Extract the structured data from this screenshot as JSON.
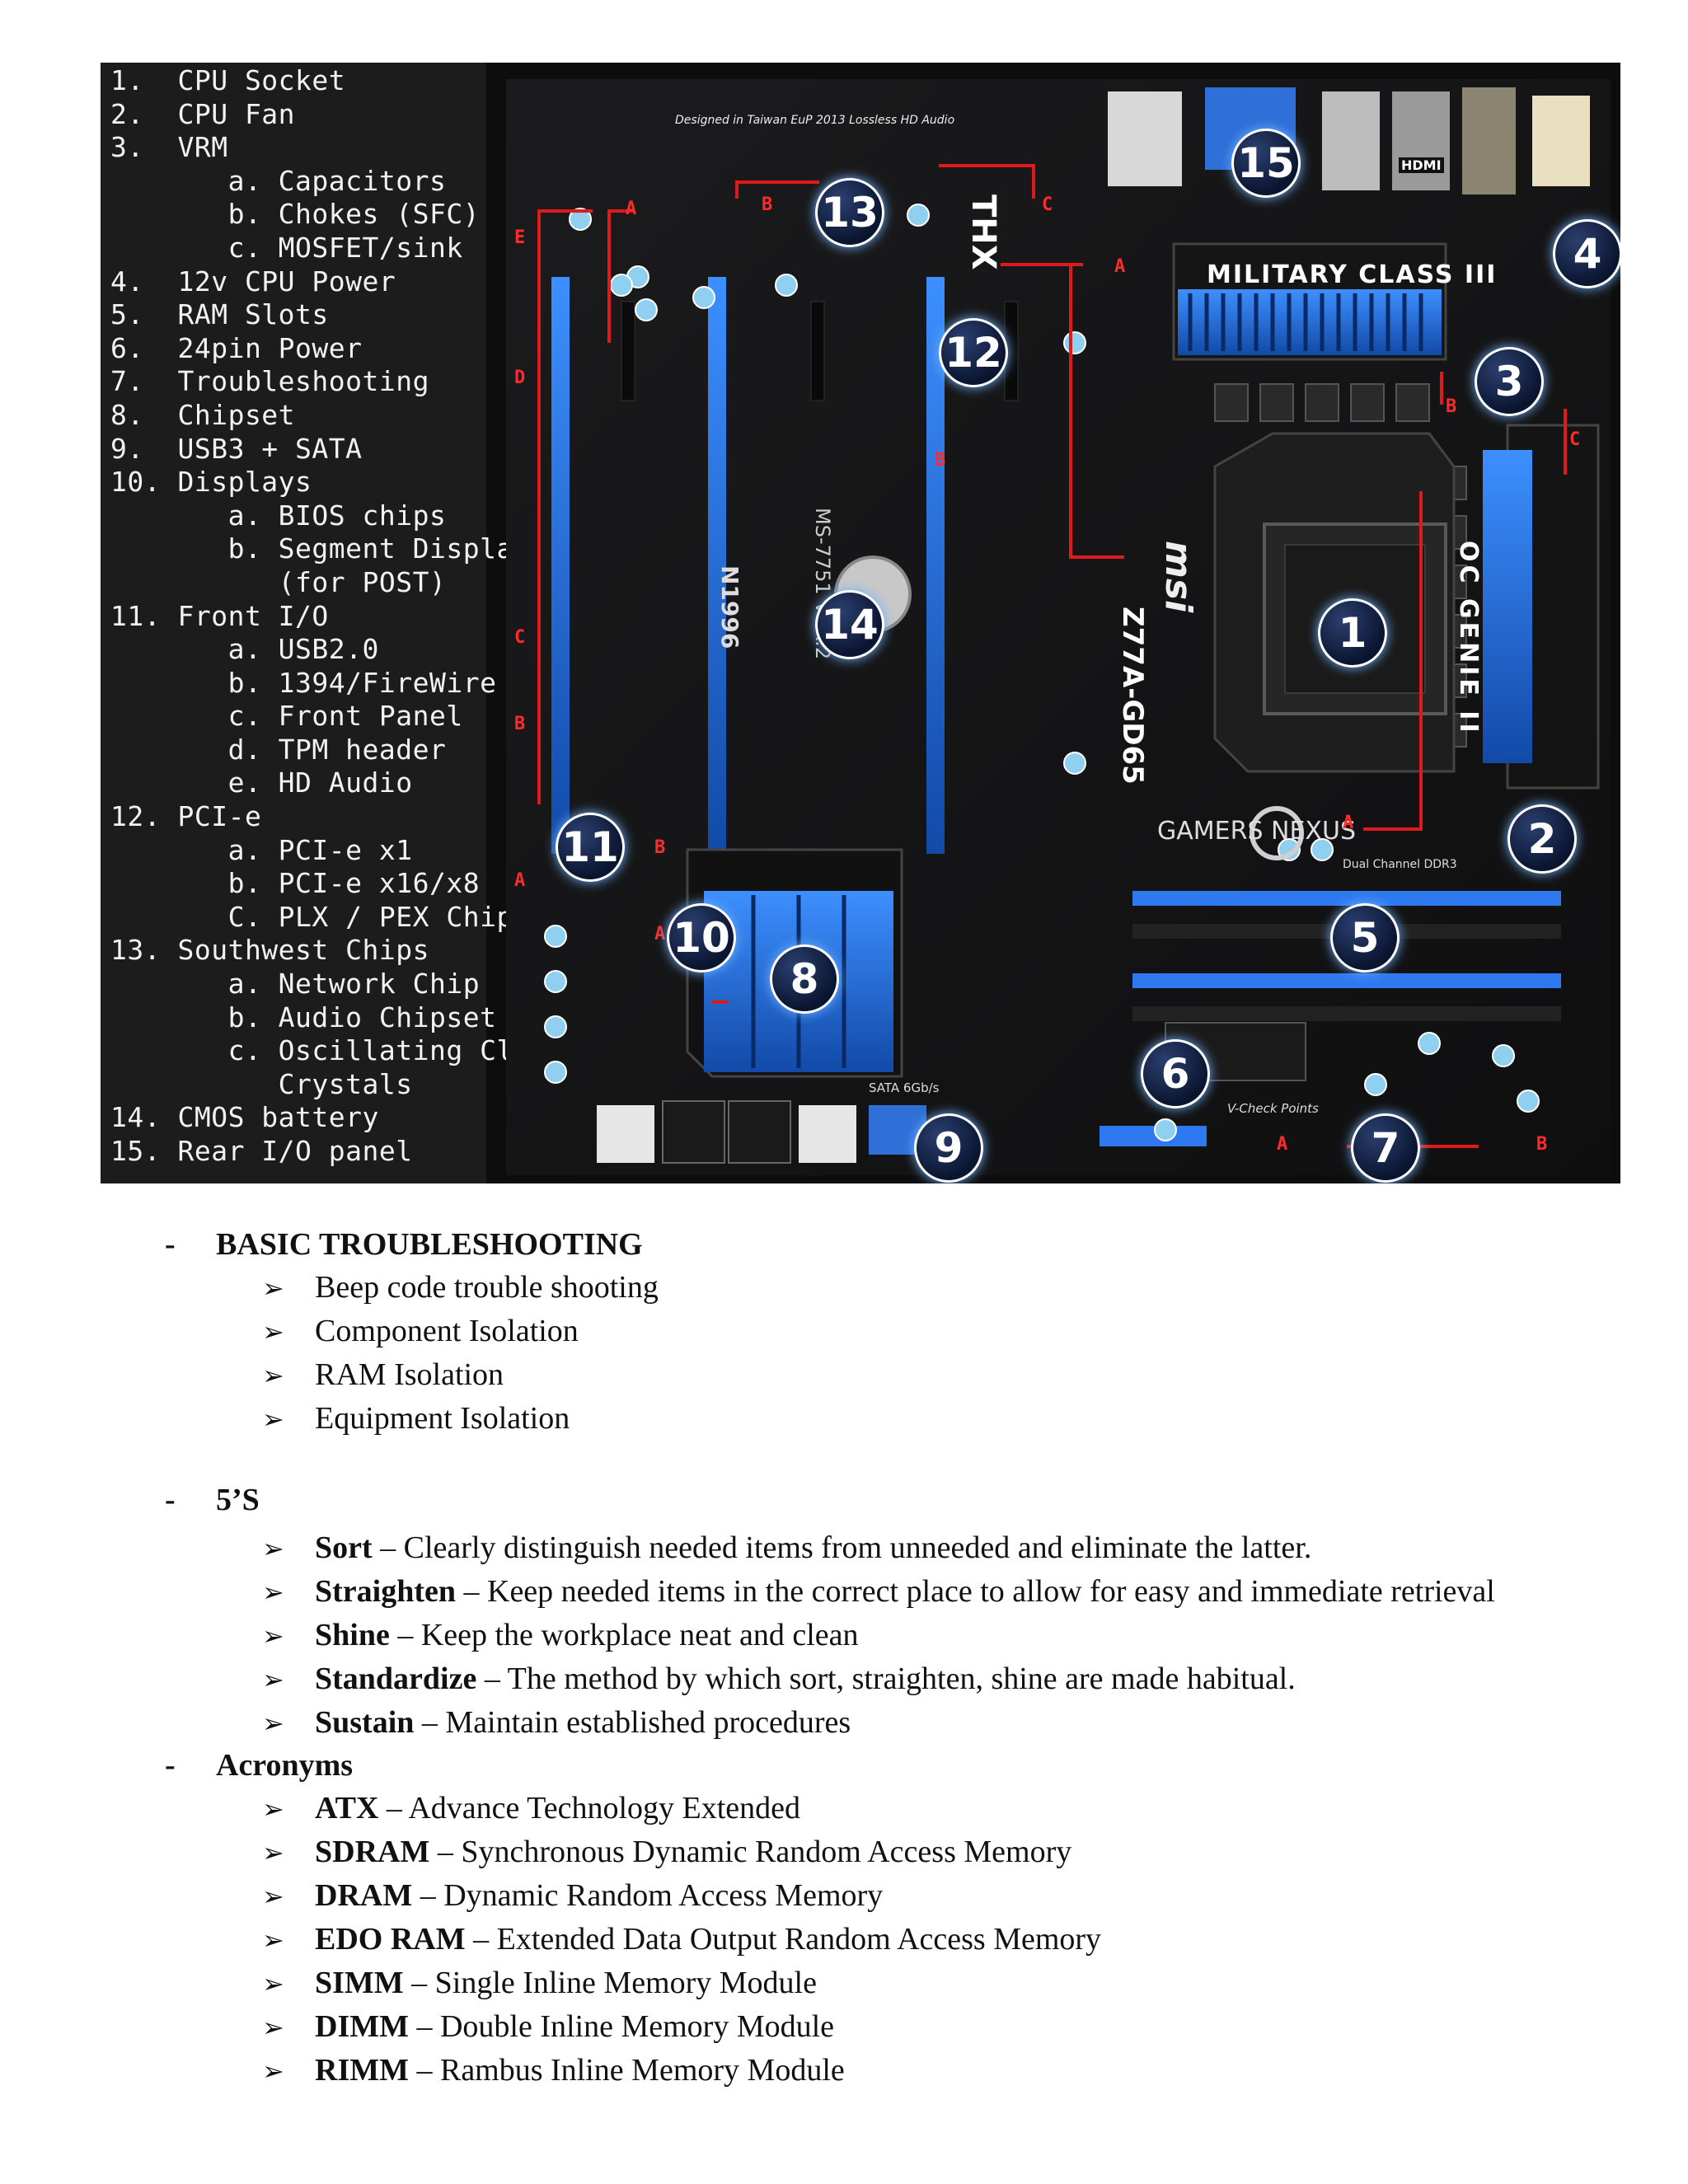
{
  "figure": {
    "legend": [
      "1.  CPU Socket",
      "2.  CPU Fan",
      "3.  VRM",
      "       a. Capacitors",
      "       b. Chokes (SFC)",
      "       c. MOSFET/sink",
      "4.  12v CPU Power",
      "5.  RAM Slots",
      "6.  24pin Power",
      "7.  Troubleshooting",
      "8.  Chipset",
      "9.  USB3 + SATA",
      "10. Displays",
      "       a. BIOS chips",
      "       b. Segment Display",
      "          (for POST)",
      "11. Front I/O",
      "       a. USB2.0",
      "       b. 1394/FireWire",
      "       c. Front Panel",
      "       d. TPM header",
      "       e. HD Audio",
      "12. PCI-e",
      "       a. PCI-e x1",
      "       b. PCI-e x16/x8",
      "       C. PLX / PEX Chip",
      "13. Southwest Chips",
      "       a. Network Chip",
      "       b. Audio Chipset",
      "       c. Oscillating Clock",
      "          Crystals",
      "14. CMOS battery",
      "15. Rear I/O panel"
    ],
    "callouts": [
      "1",
      "2",
      "3",
      "4",
      "5",
      "6",
      "7",
      "8",
      "9",
      "10",
      "11",
      "12",
      "13",
      "14",
      "15"
    ],
    "board_text": {
      "military": "MILITARY CLASS III",
      "ocgenie": "OC GENIE II",
      "model": "Z77A-GD65",
      "brand": "msi",
      "gamers": "GAMERS NEXUS",
      "thx": "THX",
      "ms": "MS-7751 VER:2",
      "top_print": "Designed in Taiwan    EuP 2013    Lossless HD Audio",
      "ddr3": "Dual Channel DDR3",
      "vcheck": "V-Check Points",
      "sata": "SATA 6Gb/s",
      "hdmi": "HDMI",
      "n1996": "N1996"
    },
    "tags": [
      "A",
      "B",
      "C",
      "A",
      "B",
      "C",
      "E",
      "D",
      "C",
      "B",
      "A",
      "B",
      "A",
      "B",
      "A",
      "A",
      "B"
    ]
  },
  "document": {
    "sections": [
      {
        "title": "BASIC TROUBLESHOOTING",
        "items": [
          {
            "term": "",
            "text": "Beep code trouble shooting"
          },
          {
            "term": "",
            "text": "Component  Isolation"
          },
          {
            "term": "",
            "text": "RAM Isolation"
          },
          {
            "term": "",
            "text": "Equipment  Isolation"
          }
        ]
      },
      {
        "title": "5’S",
        "items": [
          {
            "term": "Sort",
            "text": " – Clearly  distinguish  needed items  from unneeded  and eliminate  the latter."
          },
          {
            "term": "Straighten",
            "text": "  – Keep needed items  in the correct place to allow  for easy and immediate  retrieval"
          },
          {
            "term": "Shine",
            "text": " – Keep the workplace neat and clean"
          },
          {
            "term": "Standardize",
            "text": "  – The  method  by which  sort, straighten,  shine  are made habitual."
          },
          {
            "term": "Sustain",
            "text": " – Maintain  established  procedures"
          }
        ]
      },
      {
        "title": "Acronyms",
        "items": [
          {
            "term": "ATX",
            "text": " – Advance  Technology  Extended"
          },
          {
            "term": "SDRAM",
            "text": " – Synchronous  Dynamic  Random  Access  Memory"
          },
          {
            "term": "DRAM",
            "text": " – Dynamic  Random  Access  Memory"
          },
          {
            "term": "EDO RAM",
            "text": " – Extended  Data  Output  Random  Access  Memory"
          },
          {
            "term": "SIMM",
            "text": " – Single  Inline  Memory  Module"
          },
          {
            "term": "DIMM",
            "text": " – Double  Inline  Memory  Module"
          },
          {
            "term": "RIMM",
            "text": " – Rambus  Inline  Memory  Module"
          }
        ]
      }
    ],
    "bullet_dash": "-",
    "bullet_arrow": "➢"
  }
}
